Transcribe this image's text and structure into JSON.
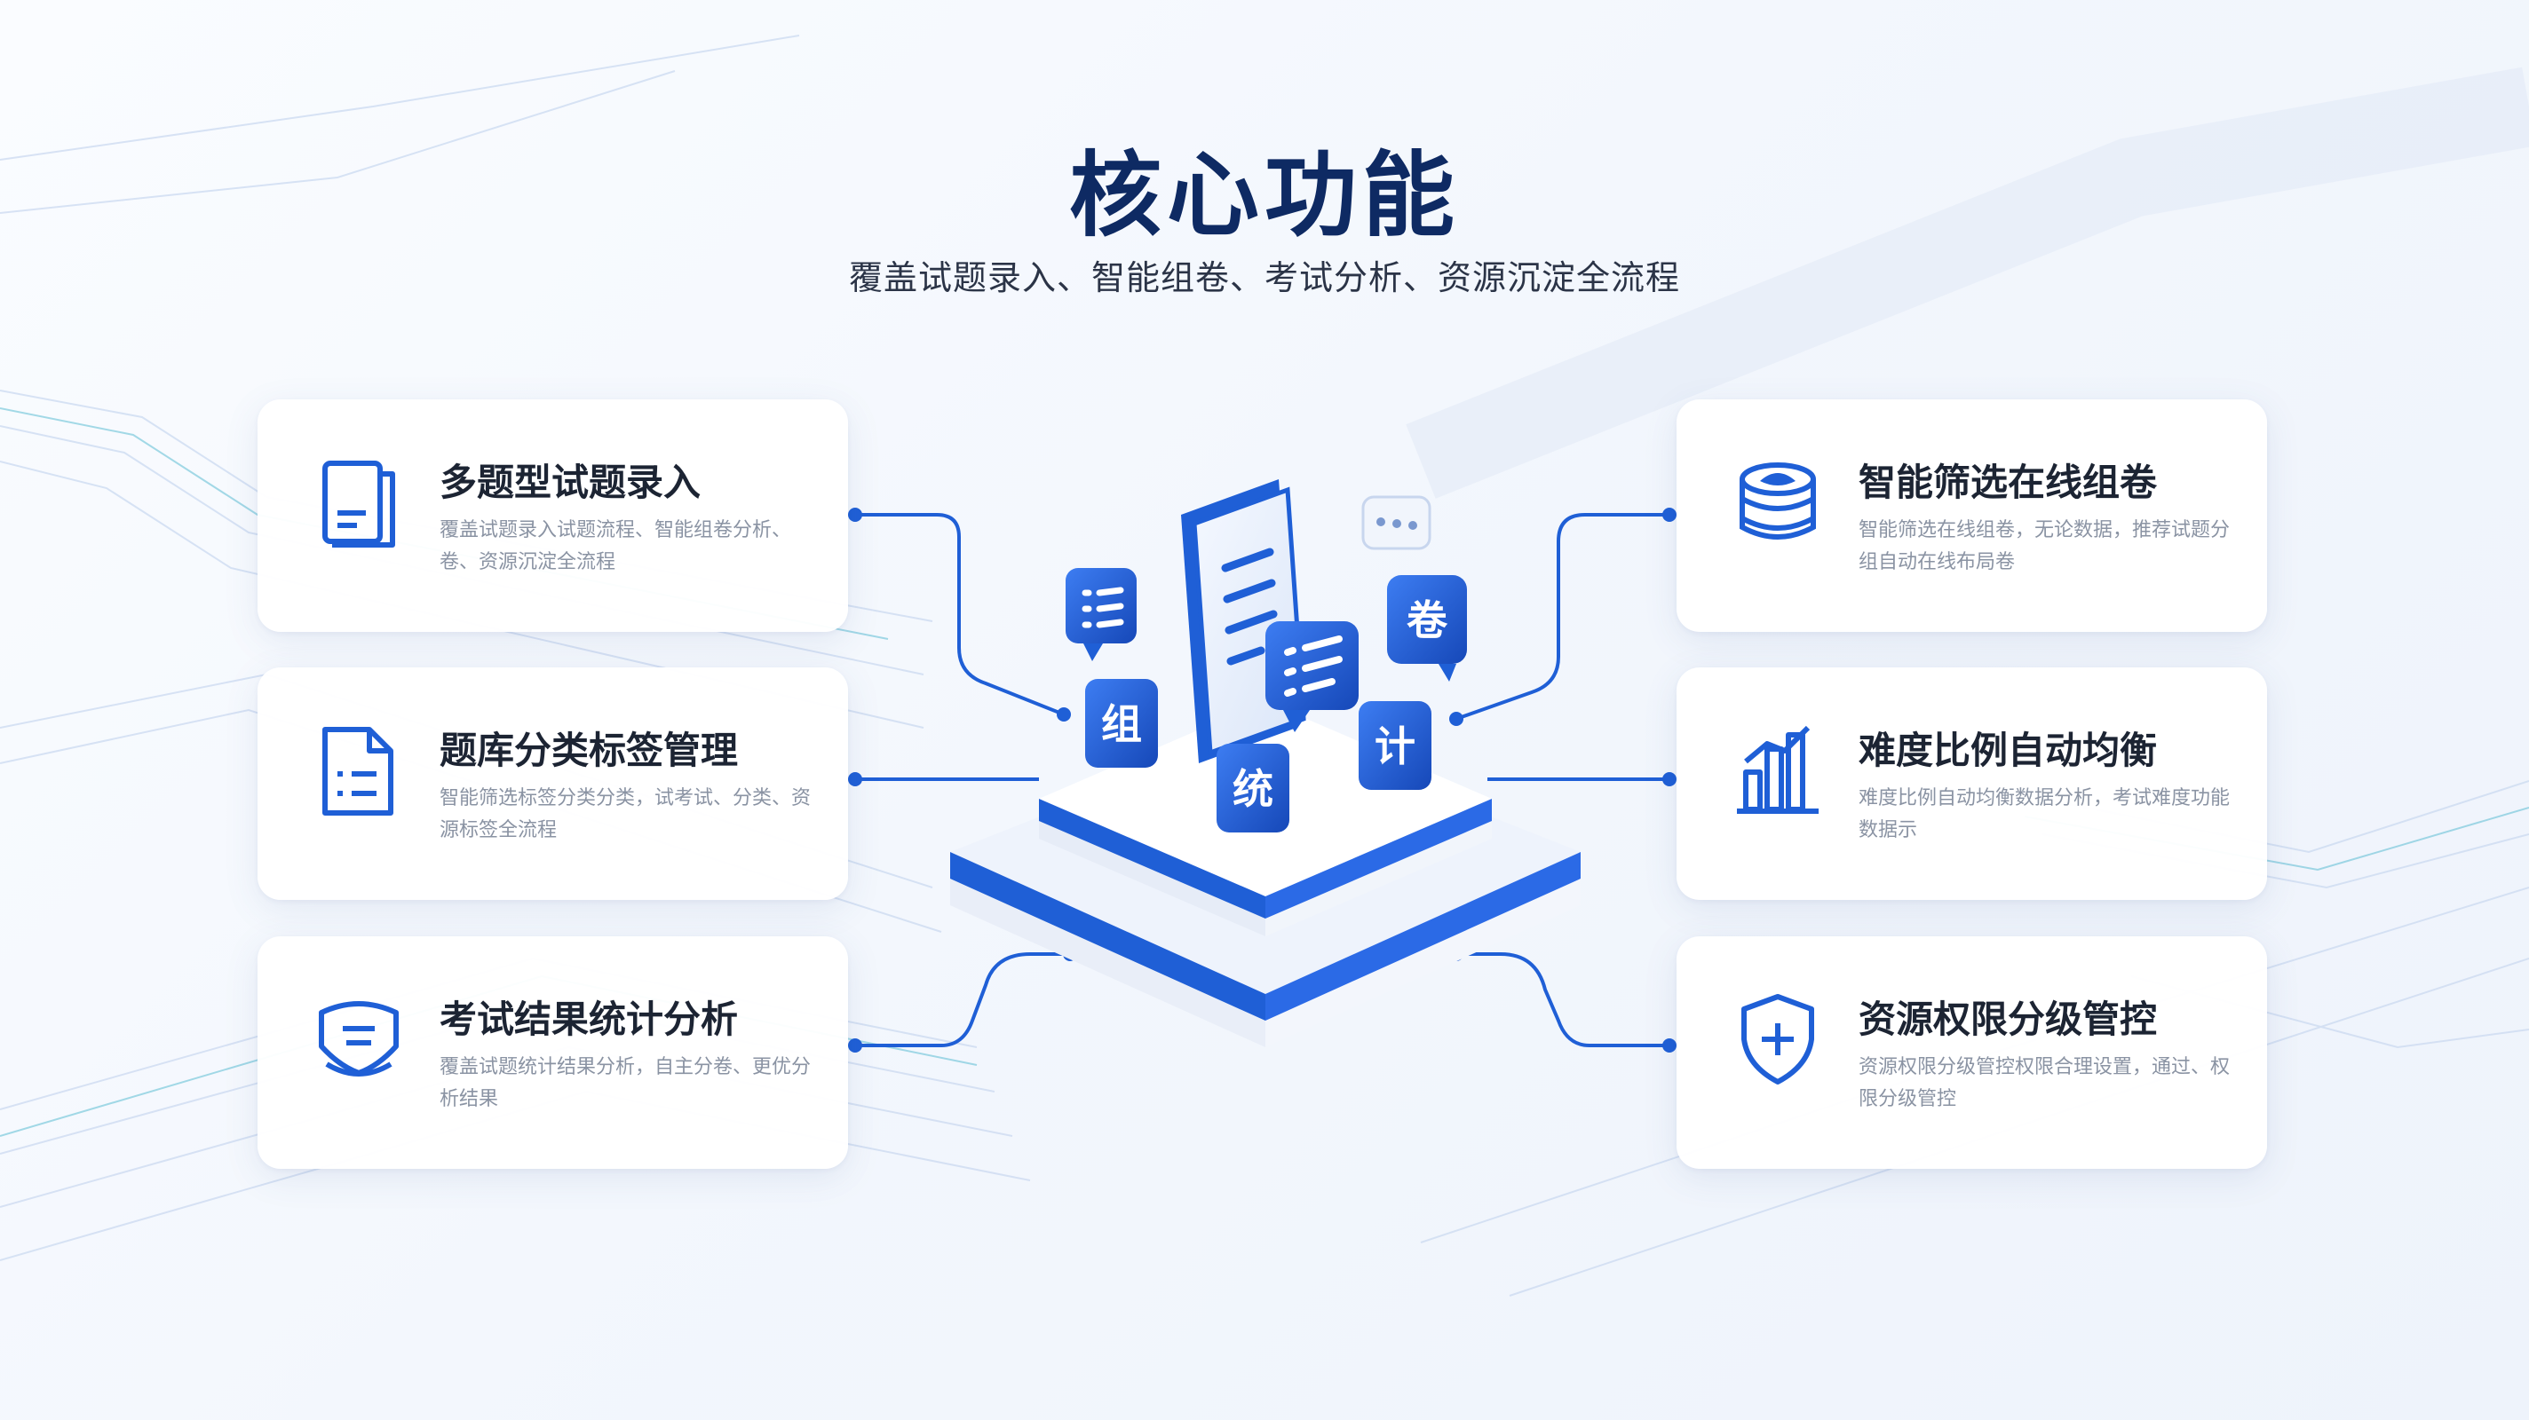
{
  "header": {
    "title": "核心功能",
    "subtitle": "覆盖试题录入、智能组卷、考试分析、资源沉淀全流程"
  },
  "cards": [
    {
      "title": "多题型试题录入",
      "desc": "覆盖试题录入试题流程、智能组卷分析、卷、资源沉淀全流程",
      "icon": "document-book-icon"
    },
    {
      "title": "题库分类标签管理",
      "desc": "智能筛选标签分类分类，试考试、分类、资源标签全流程",
      "icon": "list-document-icon"
    },
    {
      "title": "考试结果统计分析",
      "desc": "覆盖试题统计结果分析，自主分卷、更优分析结果",
      "icon": "shield-list-icon"
    },
    {
      "title": "智能筛选在线组卷",
      "desc": "智能筛选在线组卷，无论数据，推荐试题分组自动在线布局卷",
      "icon": "database-stack-icon"
    },
    {
      "title": "难度比例自动均衡",
      "desc": "难度比例自动均衡数据分析，考试难度功能数据示",
      "icon": "bar-chart-icon"
    },
    {
      "title": "资源权限分级管控",
      "desc": "资源权限分级管控权限合理设置，通过、权限分级管控",
      "icon": "shield-plus-icon"
    }
  ],
  "illustration": {
    "chars": [
      "组",
      "统",
      "计",
      "卷"
    ]
  },
  "colors": {
    "primary": "#1f5fd6",
    "dark_title": "#0e2a63",
    "card_bg": "#ffffff",
    "desc_gray": "#8a93a3"
  }
}
